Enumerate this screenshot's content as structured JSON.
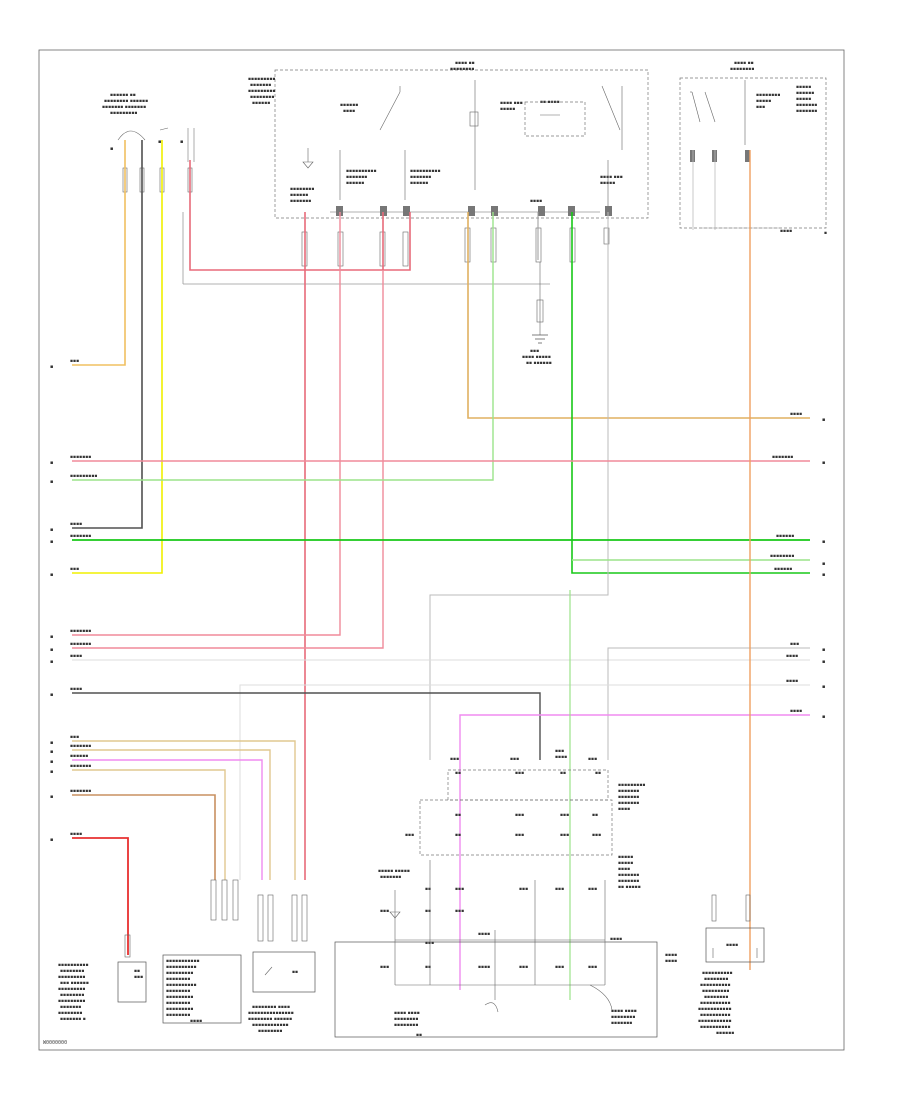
{
  "figure_code": "W0000000",
  "colors": {
    "orange": "#f0a040",
    "pink": "#f08a9a",
    "red": "#e83030",
    "lightgreen": "#9be38a",
    "green": "#18c818",
    "yellow": "#f0f000",
    "black": "#505050",
    "grey": "#c8c8c8",
    "violet": "#f08cf0",
    "tan": "#e0c890",
    "brown": "#c89060"
  },
  "components": [
    {
      "id": "top-left-sensor",
      "label": ""
    },
    {
      "id": "central-module",
      "label": ""
    },
    {
      "id": "right-top-module",
      "label": ""
    },
    {
      "id": "ground-ref",
      "label": ""
    },
    {
      "id": "middle-connector-block",
      "label": ""
    },
    {
      "id": "right-middle-label",
      "label": ""
    },
    {
      "id": "bottom-left-sensor-1",
      "label": ""
    },
    {
      "id": "bottom-left-sensor-2",
      "label": ""
    },
    {
      "id": "bottom-center-assembly",
      "label": ""
    },
    {
      "id": "bottom-right-sensor",
      "label": ""
    }
  ]
}
